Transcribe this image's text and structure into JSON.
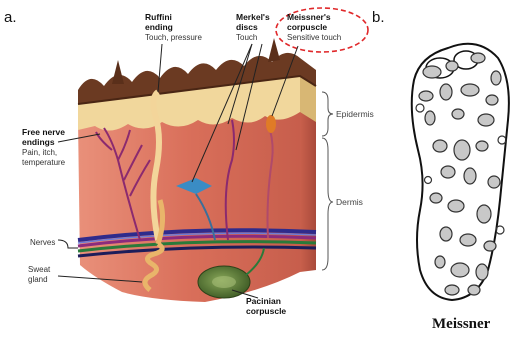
{
  "panel_a": {
    "letter": "a.",
    "labels": {
      "ruffini": {
        "title": [
          "Ruffini",
          "ending"
        ],
        "desc": "Touch, pressure"
      },
      "merkel": {
        "title": [
          "Merkel's",
          "discs"
        ],
        "desc": "Touch"
      },
      "meissner": {
        "title": [
          "Meissner's",
          "corpuscle"
        ],
        "desc": "Sensitive touch"
      },
      "free_nerve": {
        "title": [
          "Free nerve",
          "endings"
        ],
        "desc": [
          "Pain, itch,",
          "temperature"
        ]
      },
      "nerves": "Nerves",
      "sweat_gland": [
        "Sweat",
        "gland"
      ],
      "pacinian": [
        "Pacinian",
        "corpuscle"
      ]
    },
    "layers": {
      "epidermis": "Epidermis",
      "dermis": "Dermis"
    },
    "colors": {
      "skin_surface": "#6b3a22",
      "epidermis": "#f1d79c",
      "dermis": "#e07b64",
      "highlight_circle": "#e0282a"
    }
  },
  "panel_b": {
    "letter": "b.",
    "caption": "Meissner"
  }
}
